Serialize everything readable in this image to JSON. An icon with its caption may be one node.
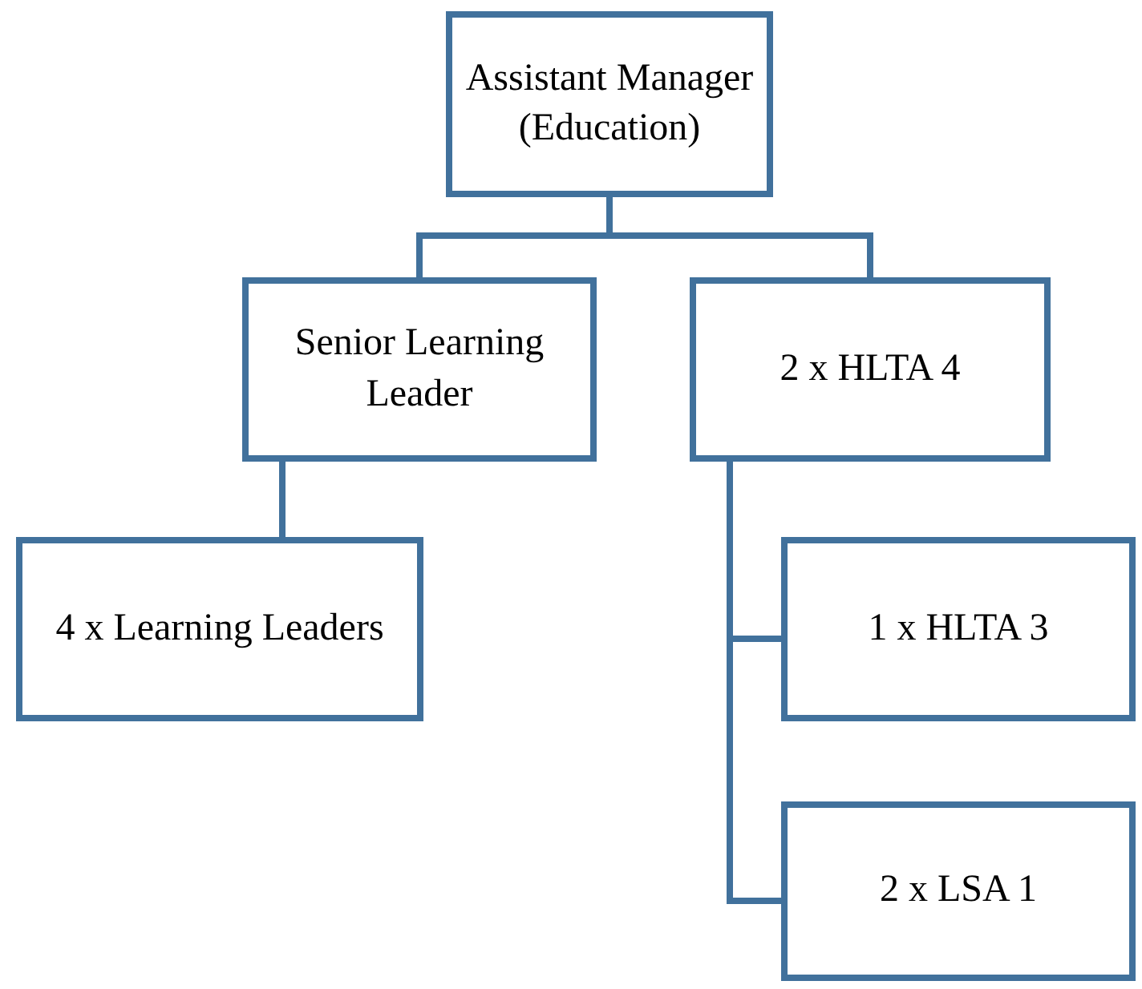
{
  "diagram": {
    "nodes": [
      {
        "text": [
          "Assistant Manager (Education)"
        ]
      },
      {
        "text": [
          "Senior Learning Leader"
        ]
      },
      {
        "text": [
          "2 x HLTA 4"
        ]
      },
      {
        "text": [
          "4 x Learning Leaders"
        ]
      },
      {
        "text": [
          "1 x HLTA 3"
        ]
      },
      {
        "text": [
          "2 x LSA 1"
        ]
      }
    ],
    "edges": [
      {
        "from": 0,
        "to": 1,
        "arrow": "none"
      },
      {
        "from": 0,
        "to": 2,
        "arrow": "none"
      },
      {
        "from": 1,
        "to": 3,
        "arrow": "none"
      },
      {
        "from": 2,
        "to": 4,
        "arrow": "none"
      },
      {
        "from": 2,
        "to": 5,
        "arrow": "none"
      }
    ]
  }
}
